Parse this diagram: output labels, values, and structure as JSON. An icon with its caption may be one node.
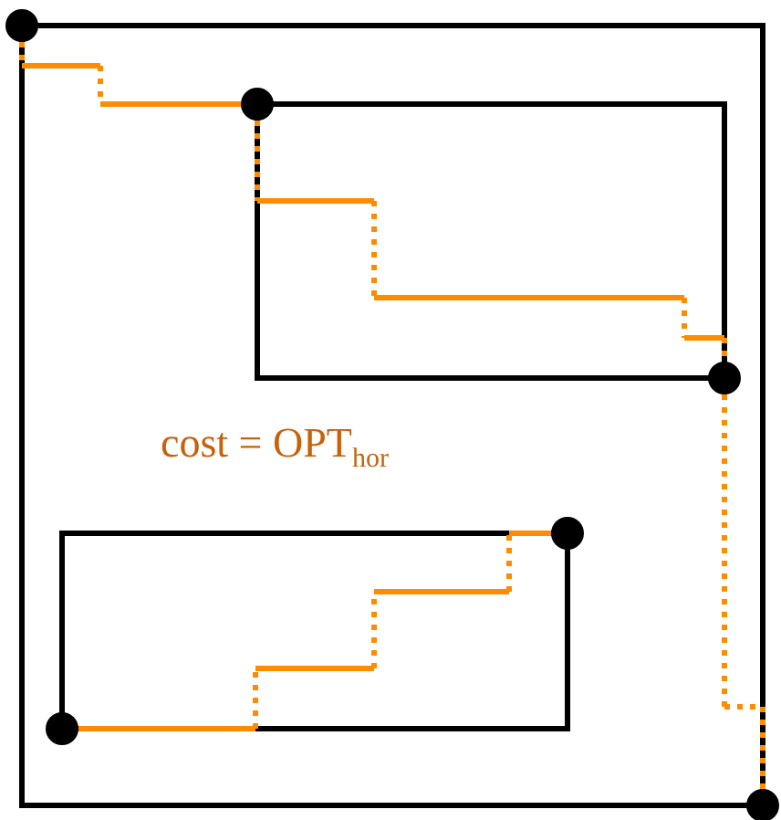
{
  "diagram": {
    "nodes": [
      {
        "text": [],
        "shape": "circle"
      },
      {
        "text": [],
        "shape": "circle"
      },
      {
        "text": [],
        "shape": "circle"
      },
      {
        "text": [],
        "shape": "circle"
      },
      {
        "text": [],
        "shape": "circle"
      },
      {
        "text": [],
        "shape": "circle"
      }
    ],
    "edges": [
      {
        "from": 0,
        "to": 1,
        "arrow": "none"
      },
      {
        "from": 1,
        "to": 2,
        "arrow": "none"
      },
      {
        "from": 2,
        "to": 3,
        "arrow": "none",
        "style": "dashed"
      },
      {
        "from": 4,
        "to": 5,
        "arrow": "none"
      }
    ],
    "labels": [
      "cost = OPT$_{hor}$"
    ]
  }
}
